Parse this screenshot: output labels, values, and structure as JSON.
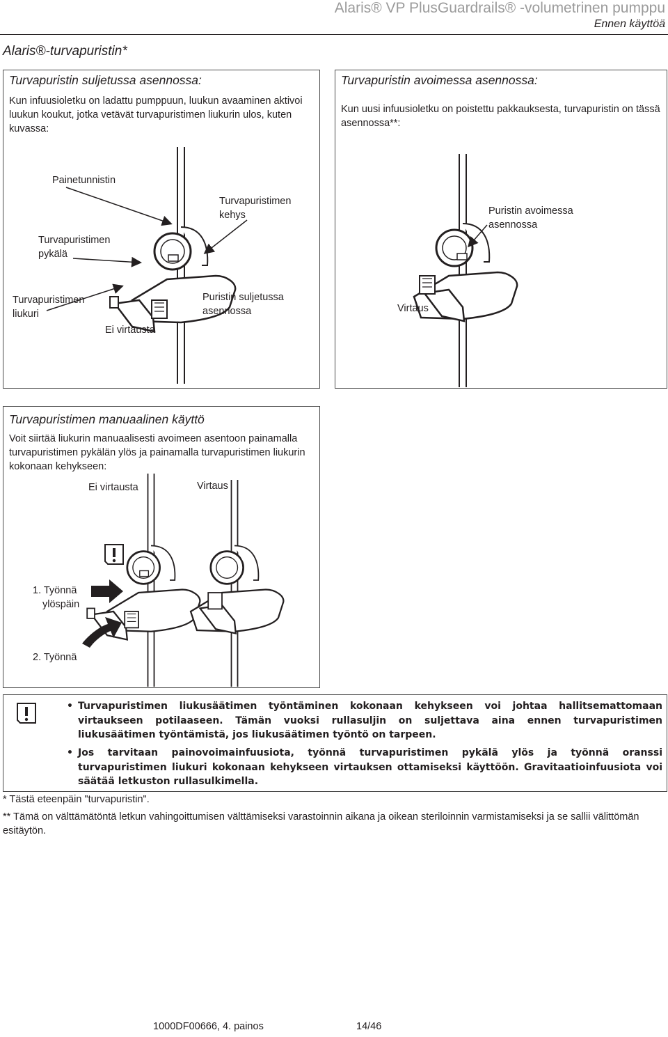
{
  "header": {
    "title": "Alaris® VP PlusGuardrails® -volumetrinen pumppu",
    "subtitle": "Ennen käyttöä"
  },
  "section_title": "Alaris®-turvapuristin*",
  "panel_closed": {
    "title": "Turvapuristin suljetussa asennossa:",
    "body": "Kun infuusioletku on ladattu pumppuun, luukun avaaminen aktivoi luukun koukut, jotka vetävät turvapuristimen liukurin ulos, kuten kuvassa:",
    "labels": {
      "pressure_sensor": "Painetunnistin",
      "frame_l1": "Turvapuristimen",
      "frame_l2": "kehys",
      "notch_l1": "Turvapuristimen",
      "notch_l2": "pykälä",
      "slider_l1": "Turvapuristimen",
      "slider_l2": "liukuri",
      "no_flow": "Ei virtausta",
      "closed_l1": "Puristin suljetussa",
      "closed_l2": "asennossa"
    }
  },
  "panel_open": {
    "title": "Turvapuristin avoimessa asennossa:",
    "body": "Kun uusi infuusioletku on poistettu pakkauksesta, turvapuristin on tässä asennossa**:",
    "labels": {
      "open_l1": "Puristin avoimessa",
      "open_l2": "asennossa",
      "flow": "Virtaus"
    }
  },
  "panel_manual": {
    "title": "Turvapuristimen manuaalinen käyttö",
    "body": "Voit siirtää liukurin manuaalisesti avoimeen asentoon painamalla turvapuristimen pykälän ylös ja painamalla turvapuristimen liukurin kokonaan kehykseen:",
    "labels": {
      "no_flow": "Ei virtausta",
      "flow": "Virtaus",
      "step1_l1": "1. Työnnä",
      "step1_l2": "ylöspäin",
      "step2": "2. Työnnä"
    }
  },
  "warning": {
    "bullet1": "Turvapuristimen liukusäätimen työntäminen kokonaan kehykseen voi johtaa hallitsemattomaan virtaukseen potilaaseen. Tämän vuoksi rullasuljin on suljettava aina ennen turvapuristimen liukusäätimen työntämistä, jos liukusäätimen työntö on tarpeen.",
    "bullet2": "Jos tarvitaan painovoimainfuusiota, työnnä turvapuristimen pykälä ylös ja työnnä oranssi turvapuristimen liukuri kokonaan kehykseen virtauksen ottamiseksi käyttöön. Gravitaatioinfuusiota voi säätää letkuston rullasulkimella."
  },
  "footnotes": {
    "note1": "* Tästä eteenpäin \"turvapuristin\".",
    "note2": "** Tämä on välttämätöntä letkun vahingoittumisen välttämiseksi varastoinnin aikana ja oikean steriloinnin varmistamiseksi ja se sallii välittömän esitäytön."
  },
  "footer": {
    "doc_id": "1000DF00666, 4. painos",
    "page": "14/46"
  },
  "icons": [
    "caution-icon",
    "arrow-icon"
  ]
}
